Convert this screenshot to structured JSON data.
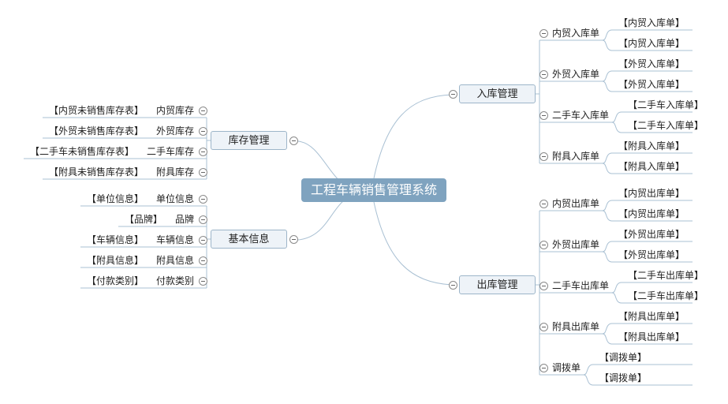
{
  "root": "工程车辆销售管理系统",
  "inbound": {
    "label": "入库管理",
    "items": [
      {
        "label": "内贸入库单",
        "leaves": [
          "【内贸入库单】",
          "【内贸入库单】"
        ]
      },
      {
        "label": "外贸入库单",
        "leaves": [
          "【外贸入库单】",
          "【外贸入库单】"
        ]
      },
      {
        "label": "二手车入库单",
        "leaves": [
          "【二手车入库单】",
          "【二手车入库单】"
        ]
      },
      {
        "label": "附具入库单",
        "leaves": [
          "【附具入库单】",
          "【附具入库单】"
        ]
      }
    ]
  },
  "outbound": {
    "label": "出库管理",
    "items": [
      {
        "label": "内贸出库单",
        "leaves": [
          "【内贸出库单】",
          "【内贸出库单】"
        ]
      },
      {
        "label": "外贸出库单",
        "leaves": [
          "【外贸出库单】",
          "【外贸出库单】"
        ]
      },
      {
        "label": "二手车出库单",
        "leaves": [
          "【二手车出库单】",
          "【二手车出库单】"
        ]
      },
      {
        "label": "附具出库单",
        "leaves": [
          "【附具出库单】",
          "【附具出库单】"
        ]
      },
      {
        "label": "调拨单",
        "leaves": [
          "【调拨单】",
          "【调拨单】"
        ]
      }
    ]
  },
  "inventory": {
    "label": "库存管理",
    "items": [
      {
        "label": "内贸库存",
        "leaf": "【内贸未销售库存表】"
      },
      {
        "label": "外贸库存",
        "leaf": "【外贸未销售库存表】"
      },
      {
        "label": "二手车库存",
        "leaf": "【二手车未销售库存表】"
      },
      {
        "label": "附具库存",
        "leaf": "【附具未销售库存表】"
      }
    ]
  },
  "basic": {
    "label": "基本信息",
    "items": [
      {
        "label": "单位信息",
        "leaf": "【单位信息】"
      },
      {
        "label": "品牌",
        "leaf": "【品牌】"
      },
      {
        "label": "车辆信息",
        "leaf": "【车辆信息】"
      },
      {
        "label": "附具信息",
        "leaf": "【附具信息】"
      },
      {
        "label": "付款类别",
        "leaf": "【付款类别】"
      }
    ]
  },
  "colors": {
    "line": "#a9c0d3",
    "root_bg": "#7fa3bf",
    "box_bg": "#eef3f8",
    "box_border": "#9db5c9"
  }
}
